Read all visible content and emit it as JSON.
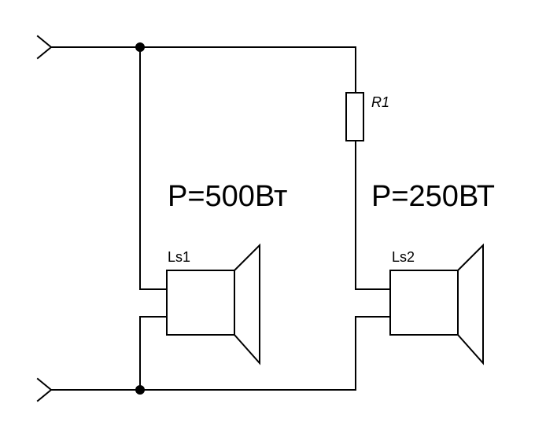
{
  "resistor": {
    "label": "R1"
  },
  "speaker1": {
    "label": "Ls1",
    "power": "P=500Вт"
  },
  "speaker2": {
    "label": "Ls2",
    "power": "P=250ВТ"
  },
  "colors": {
    "line": "#000000",
    "background": "#ffffff"
  }
}
